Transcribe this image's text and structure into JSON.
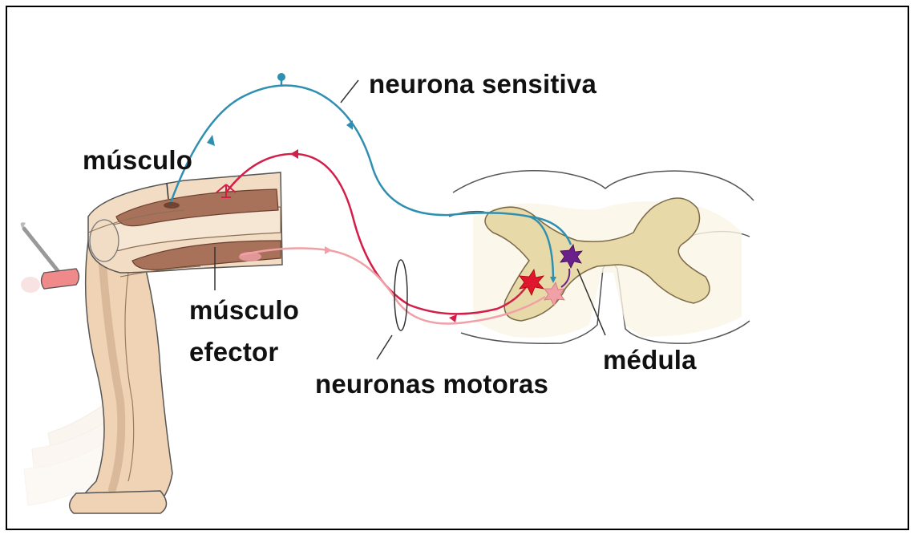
{
  "labels": {
    "sensory_neuron": "neurona sensitiva",
    "muscle": "músculo",
    "effector_muscle_line1": "músculo",
    "effector_muscle_line2": "efector",
    "spinal_cord": "médula",
    "motor_neurons": "neuronas motoras"
  },
  "colors": {
    "sensory": "#2f8fb0",
    "motor_extensor": "#d21f4a",
    "motor_flexor": "#f0a0a6",
    "interneuron": "#6b1f8a",
    "grey_matter": "#e8d9a8",
    "muscle": "#a8725a",
    "skin": "#efd3b4",
    "outline": "#333333"
  }
}
